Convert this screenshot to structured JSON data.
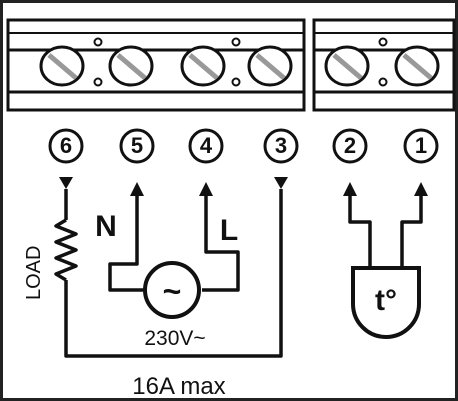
{
  "terminals": [
    {
      "number": "6"
    },
    {
      "number": "5"
    },
    {
      "number": "4"
    },
    {
      "number": "3"
    },
    {
      "number": "2"
    },
    {
      "number": "1"
    }
  ],
  "labels": {
    "neutral": "N",
    "live": "L",
    "load": "LOAD",
    "voltage": "230V~",
    "current": "16A max",
    "sensor": "t°",
    "ac_symbol": "~"
  }
}
